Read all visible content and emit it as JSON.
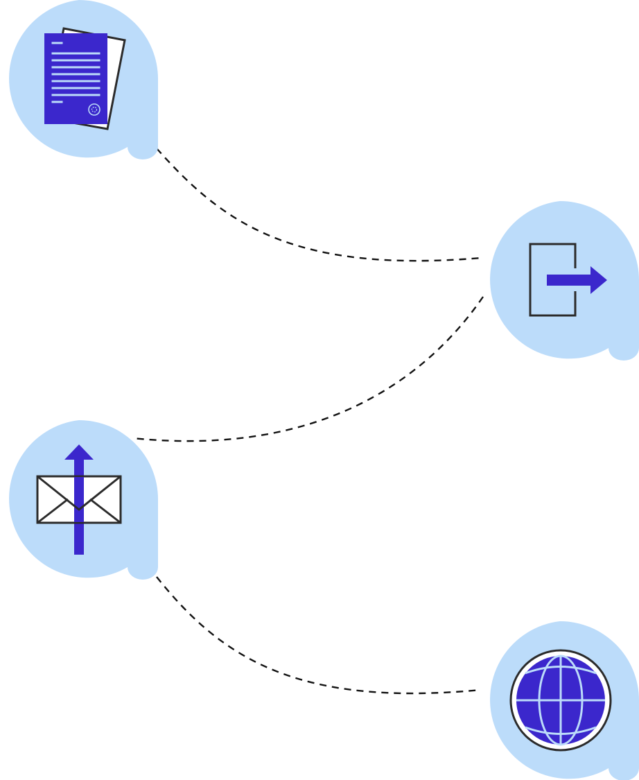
{
  "colors": {
    "bubble": "#bcdcfa",
    "accent": "#3b27cc",
    "stroke": "#2b2b2b",
    "line_on_accent": "#bcdcfa",
    "connector": "#111111"
  },
  "nodes": [
    {
      "name": "document-node",
      "icon": "document-icon"
    },
    {
      "name": "logout-node",
      "icon": "exit-arrow-icon"
    },
    {
      "name": "mail-node",
      "icon": "mail-upload-icon"
    },
    {
      "name": "globe-node",
      "icon": "globe-icon"
    }
  ],
  "connectors": [
    {
      "from": "document-node",
      "to": "logout-node",
      "style": "dashed"
    },
    {
      "from": "logout-node",
      "to": "mail-node",
      "style": "dashed"
    },
    {
      "from": "mail-node",
      "to": "globe-node",
      "style": "dashed"
    }
  ]
}
